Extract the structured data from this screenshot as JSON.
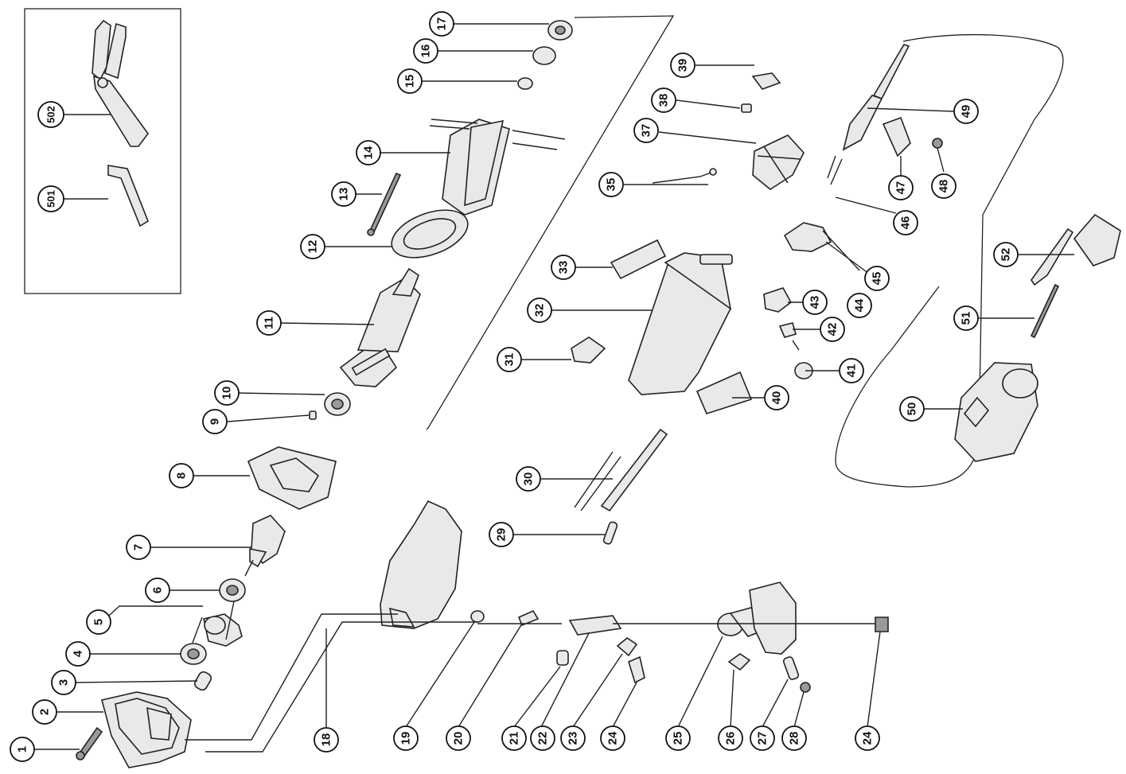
{
  "diagram": {
    "callouts": [
      {
        "id": "c-1",
        "label": "1"
      },
      {
        "id": "c-2",
        "label": "2"
      },
      {
        "id": "c-3",
        "label": "3"
      },
      {
        "id": "c-4",
        "label": "4"
      },
      {
        "id": "c-5",
        "label": "5"
      },
      {
        "id": "c-6",
        "label": "6"
      },
      {
        "id": "c-7",
        "label": "7"
      },
      {
        "id": "c-8",
        "label": "8"
      },
      {
        "id": "c-9",
        "label": "9"
      },
      {
        "id": "c-10",
        "label": "10"
      },
      {
        "id": "c-11",
        "label": "11"
      },
      {
        "id": "c-12",
        "label": "12"
      },
      {
        "id": "c-13",
        "label": "13"
      },
      {
        "id": "c-14",
        "label": "14"
      },
      {
        "id": "c-15",
        "label": "15"
      },
      {
        "id": "c-16",
        "label": "16"
      },
      {
        "id": "c-17",
        "label": "17"
      },
      {
        "id": "c-18",
        "label": "18"
      },
      {
        "id": "c-19",
        "label": "19"
      },
      {
        "id": "c-20",
        "label": "20"
      },
      {
        "id": "c-21",
        "label": "21"
      },
      {
        "id": "c-22",
        "label": "22"
      },
      {
        "id": "c-23",
        "label": "23"
      },
      {
        "id": "c-24a",
        "label": "24"
      },
      {
        "id": "c-24b",
        "label": "24"
      },
      {
        "id": "c-25",
        "label": "25"
      },
      {
        "id": "c-26",
        "label": "26"
      },
      {
        "id": "c-27",
        "label": "27"
      },
      {
        "id": "c-28",
        "label": "28"
      },
      {
        "id": "c-29",
        "label": "29"
      },
      {
        "id": "c-30",
        "label": "30"
      },
      {
        "id": "c-31",
        "label": "31"
      },
      {
        "id": "c-32",
        "label": "32"
      },
      {
        "id": "c-33",
        "label": "33"
      },
      {
        "id": "c-35",
        "label": "35"
      },
      {
        "id": "c-37",
        "label": "37"
      },
      {
        "id": "c-38",
        "label": "38"
      },
      {
        "id": "c-39",
        "label": "39"
      },
      {
        "id": "c-40",
        "label": "40"
      },
      {
        "id": "c-41",
        "label": "41"
      },
      {
        "id": "c-42",
        "label": "42"
      },
      {
        "id": "c-43",
        "label": "43"
      },
      {
        "id": "c-44",
        "label": "44"
      },
      {
        "id": "c-45",
        "label": "45"
      },
      {
        "id": "c-46",
        "label": "46"
      },
      {
        "id": "c-47",
        "label": "47"
      },
      {
        "id": "c-48",
        "label": "48"
      },
      {
        "id": "c-49",
        "label": "49"
      },
      {
        "id": "c-50",
        "label": "50"
      },
      {
        "id": "c-51",
        "label": "51"
      },
      {
        "id": "c-52",
        "label": "52"
      },
      {
        "id": "c-501",
        "label": "501"
      },
      {
        "id": "c-502",
        "label": "502"
      }
    ]
  }
}
